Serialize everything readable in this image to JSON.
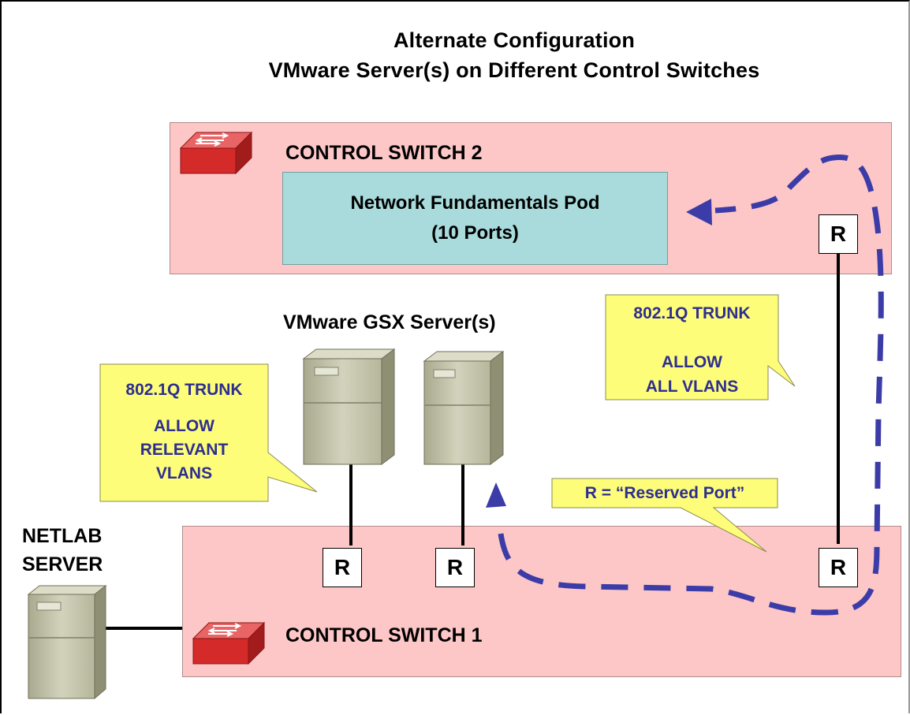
{
  "diagram": {
    "title_line1": "Alternate Configuration",
    "title_line2": "VMware Server(s) on Different Control Switches",
    "control_switch_2": {
      "label": "CONTROL SWITCH 2"
    },
    "control_switch_1": {
      "label": "CONTROL SWITCH 1"
    },
    "pod": {
      "line1": "Network Fundamentals Pod",
      "line2": "(10 Ports)"
    },
    "servers_label": "VMware GSX Server(s)",
    "netlab_label_line1": "NETLAB",
    "netlab_label_line2": "SERVER",
    "port_label": "R",
    "callout_right": {
      "line1": "802.1Q TRUNK",
      "line2": "ALLOW",
      "line3": "ALL VLANS"
    },
    "callout_left": {
      "line1": "802.1Q TRUNK",
      "line2": "ALLOW",
      "line3": "RELEVANT",
      "line4": "VLANS"
    },
    "callout_legend": {
      "text": "R = “Reserved Port”"
    }
  },
  "icons": [
    "switch-icon",
    "server-icon",
    "arrow-icon"
  ],
  "colors": {
    "switch_fill": "#fdc7c7",
    "pod_fill": "#a9dbdc",
    "callout_fill": "#fdfd7a",
    "callout_text": "#2e2e90",
    "path_dash": "#3c3ca8",
    "switch_icon": "#d42a2a",
    "server": "#c9c9b0"
  }
}
